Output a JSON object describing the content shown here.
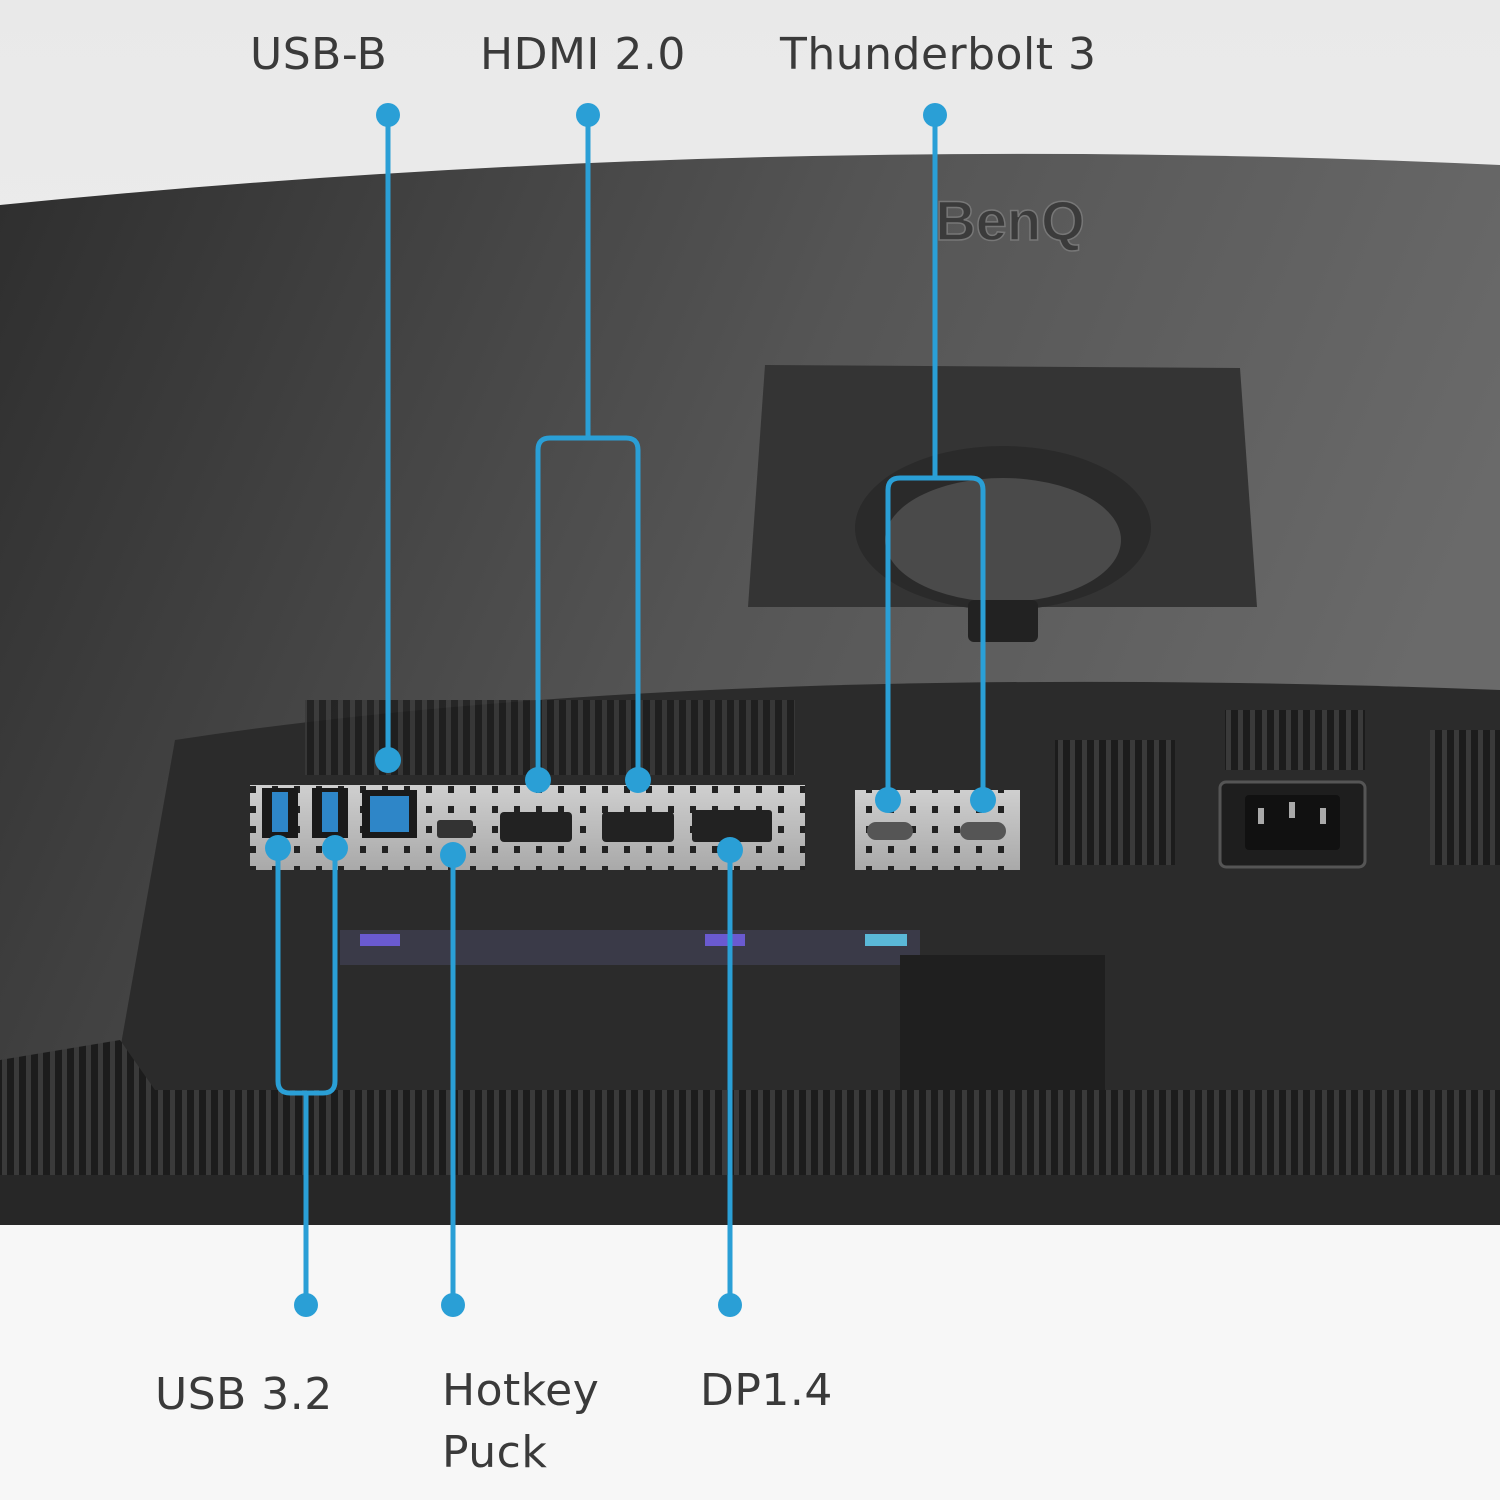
{
  "brand_logo": "BenQ",
  "accent_color": "#2a9fd6",
  "callouts": {
    "usb_b": "USB-B",
    "hdmi": "HDMI 2.0",
    "thunderbolt": "Thunderbolt 3",
    "usb32": "USB 3.2",
    "hotkey_line1": "Hotkey",
    "hotkey_line2": "Puck",
    "dp": "DP1.4"
  }
}
